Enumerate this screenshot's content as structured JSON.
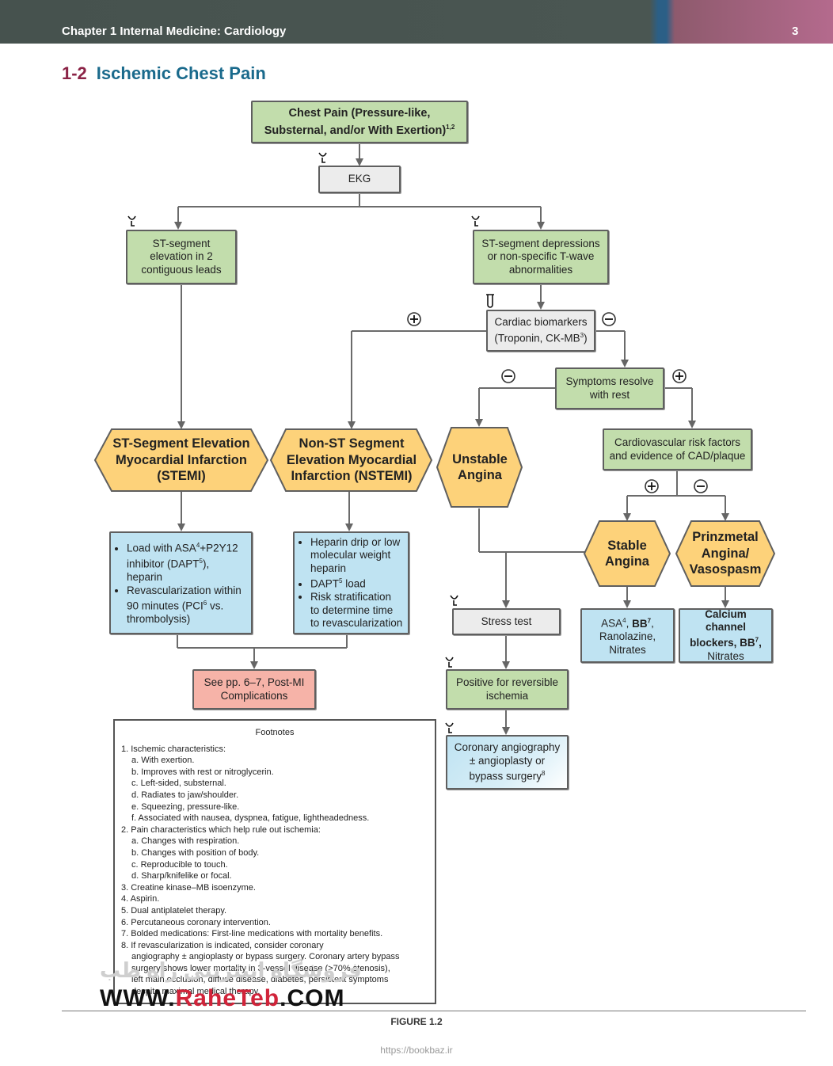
{
  "header": {
    "chapter": "Chapter 1  Internal Medicine: Cardiology",
    "page": "3"
  },
  "section": {
    "number": "1-2",
    "title": "Ischemic Chest Pain"
  },
  "nodes": {
    "chest_pain": "Chest Pain (Pressure-like, Substernal, and/or With Exertion)",
    "chest_pain_sup": "1,2",
    "ekg": "EKG",
    "st_elev": "ST-segment elevation in 2 contiguous leads",
    "st_dep": "ST-segment depressions or non-specific T-wave abnormalities",
    "biomarkers": "Cardiac biomarkers (Troponin, CK-MB",
    "biomarkers_sup": "3",
    "biomarkers_end": ")",
    "symptoms": "Symptoms resolve with rest",
    "stemi": "ST-Segment Elevation Myocardial Infarction (STEMI)",
    "nstemi": "Non-ST Segment Elevation Myocardial Infarction (NSTEMI)",
    "unstable": "Unstable Angina",
    "cv_risk": "Cardiovascular risk factors and evidence of CAD/plaque",
    "stable": "Stable Angina",
    "prinzmetal": "Prinzmetal Angina/ Vasospasm",
    "stemi_tx": [
      "Load with ASA4+P2Y12 inhibitor (DAPT5), heparin",
      "Revascularization within 90 minutes (PCI6 vs. thrombolysis)"
    ],
    "nstemi_tx": [
      "Heparin drip or low molecular weight heparin",
      "DAPT5 load",
      "Risk stratification to determine time to revascularization"
    ],
    "stable_tx": "ASA4, BB7, Ranolazine, Nitrates",
    "prinz_tx_bold": "Calcium channel blockers, BB7,",
    "prinz_tx": "Nitrates",
    "see_pp": "See pp. 6–7, Post-MI Complications",
    "stress": "Stress test",
    "positive": "Positive for reversible ischemia",
    "coronary": "Coronary angiography ± angioplasty or bypass surgery",
    "coronary_sup": "8"
  },
  "signs": {
    "plus": "+",
    "minus": "−"
  },
  "footnotes": {
    "title": "Footnotes",
    "lines": [
      {
        "lvl": "l1",
        "text": "1. Ischemic characteristics:"
      },
      {
        "lvl": "l2",
        "text": "a. With exertion."
      },
      {
        "lvl": "l2",
        "text": "b. Improves with rest or nitroglycerin."
      },
      {
        "lvl": "l2",
        "text": "c. Left-sided, substernal."
      },
      {
        "lvl": "l2",
        "text": "d. Radiates to jaw/shoulder."
      },
      {
        "lvl": "l2",
        "text": "e. Squeezing, pressure-like."
      },
      {
        "lvl": "l2",
        "text": "f. Associated with nausea, dyspnea, fatigue, lightheadedness."
      },
      {
        "lvl": "l1",
        "text": "2. Pain characteristics which help rule out ischemia:"
      },
      {
        "lvl": "l2",
        "text": "a. Changes with respiration."
      },
      {
        "lvl": "l2",
        "text": "b. Changes with position of body."
      },
      {
        "lvl": "l2",
        "text": "c. Reproducible to touch."
      },
      {
        "lvl": "l2",
        "text": "d. Sharp/knifelike or focal."
      },
      {
        "lvl": "l1",
        "text": "3. Creatine kinase–MB isoenzyme."
      },
      {
        "lvl": "l1",
        "text": "4. Aspirin."
      },
      {
        "lvl": "l1",
        "text": "5. Dual antiplatelet therapy."
      },
      {
        "lvl": "l1",
        "text": "6. Percutaneous coronary intervention."
      },
      {
        "lvl": "l1",
        "text": "7. Bolded medications: First-line medications with mortality benefits."
      },
      {
        "lvl": "l1",
        "text": "8. If revascularization is indicated, consider coronary"
      },
      {
        "lvl": "l3",
        "text": "angiography ± angioplasty or bypass surgery. Coronary artery bypass"
      },
      {
        "lvl": "l3",
        "text": "surgery shows lower mortality in 3-vessel disease (>70% stenosis),"
      },
      {
        "lvl": "l3",
        "text": "left main occlusion, diffuse disease, diabetes, persistent symptoms"
      },
      {
        "lvl": "l3",
        "text": "despite maximal medical therapy."
      }
    ]
  },
  "figure_label": "FIGURE 1.2",
  "watermark": {
    "latin_a": "WWW.",
    "latin_b": "RaheTeb",
    "latin_c": ".COM",
    "farsi": "فروشگاه اینترنتی راه طب"
  },
  "url": "https://bookbaz.ir",
  "colors": {
    "green": "#c2ddac",
    "gray": "#ececec",
    "blue": "#bfe3f2",
    "pink": "#f6b3a8",
    "hex": "#fdd27a",
    "title": "#1a6a8c",
    "number": "#8b2346"
  }
}
